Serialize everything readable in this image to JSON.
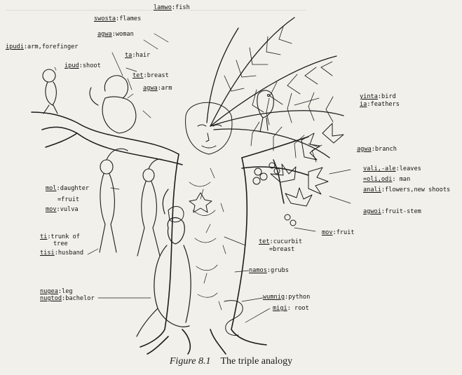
{
  "figure": {
    "caption_label": "Figure 8.1",
    "caption_title": "The triple analogy"
  },
  "labels": {
    "lamwo_fish": {
      "term": "lamwo",
      "gloss": ":fish"
    },
    "swosta_flames": {
      "term": "swosta",
      "gloss": ":flames"
    },
    "agwa_woman": {
      "term": "agwa",
      "gloss": ":woman"
    },
    "ipudi_arm": {
      "term": "ipudi",
      "gloss": ":arm,forefinger"
    },
    "ta_hair": {
      "term": "ta",
      "gloss": ":hair"
    },
    "ipud_shoot": {
      "term": "ipud",
      "gloss": ":shoot"
    },
    "tet_breast": {
      "term": "tet",
      "gloss": ":breast"
    },
    "agwa_arm": {
      "term": "agwa",
      "gloss": ":arm"
    },
    "yinta_bird": {
      "term": "yinta",
      "gloss": ":bird"
    },
    "ia_feathers": {
      "term": "ia",
      "gloss": ":feathers"
    },
    "agwa_branch": {
      "term": "agwa",
      "gloss": ":branch"
    },
    "vali_leaves": {
      "term": "vali,-ale",
      "gloss": ":leaves"
    },
    "oli_man": {
      "term": "=oli,odi",
      "gloss": ": man"
    },
    "anali_flowers": {
      "term": "anali",
      "gloss": ":flowers,new shoots"
    },
    "mol_daughter": {
      "term": "mol",
      "gloss": ":daughter"
    },
    "mol_fruit": {
      "text": "=fruit"
    },
    "mov_vulva": {
      "term": "mov",
      "gloss": ":vulva"
    },
    "agwoi_fruit_stem": {
      "term": "agwoi",
      "gloss": ":fruit-stem"
    },
    "mov_fruit": {
      "term": "mov",
      "gloss": ":fruit"
    },
    "ti_trunk": {
      "term": "ti",
      "gloss": ":trunk of"
    },
    "ti_tree": {
      "text": "tree"
    },
    "tisi_husband": {
      "term": "tisi",
      "gloss": ":husband"
    },
    "tet_cucurbit": {
      "term": "tet",
      "gloss": ":cucurbit"
    },
    "tet_breast2": {
      "text": "=breast"
    },
    "namos_grubs": {
      "term": "namos",
      "gloss": ":grubs"
    },
    "nugea_leg": {
      "term": "nugea",
      "gloss": ":leg"
    },
    "nugtod_bachelor": {
      "term": "nugtod",
      "gloss": ":bachelor"
    },
    "wumnig_python": {
      "term": "wumnig",
      "gloss": ":python"
    },
    "migi_root": {
      "term": "migi",
      "gloss": ": root"
    }
  },
  "colors": {
    "ink": "#141414",
    "paper": "#f1f0ea"
  }
}
